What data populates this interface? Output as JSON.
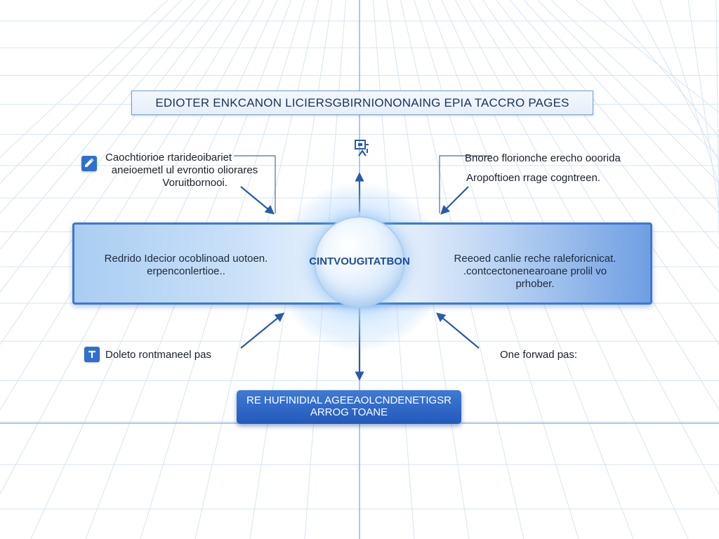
{
  "title": "EDIOTER ENKCANON LICIERSGBIRNIONONAING EPIA TACCRO PAGES",
  "center_label": "CINTVOUGITATBON",
  "band_left_lines": [
    "Redrido Idecior ocoblinoad uotoen.",
    "erpenconlertioe.."
  ],
  "band_right_lines": [
    "Reeoed canlie reche raleforicnicat.",
    ".contcectonenearoane prolil vo",
    "prhober."
  ],
  "note_top_left_lines": [
    "Caochtiorioe rtarideoibariet",
    "aneioemetl ul evrontio oliorares",
    "Voruitbornooi."
  ],
  "note_top_right_lines": [
    "Bnoreo florionche erecho ooorida",
    "Aropoftioen rrage cogntreen."
  ],
  "note_bottom_left": "Doleto rontmaneel pas",
  "note_bottom_right": "One forwad pas:",
  "output_lines": [
    "RE HUFINIDIAL AGEEAOLCNDENETIGSR",
    "ARROG TOANE"
  ],
  "icons": {
    "top_left": "pen-icon",
    "bottom_left": "text-icon",
    "top": "network-icon"
  },
  "colors": {
    "accent": "#2f6fd0",
    "band_border": "#3d78cf",
    "grid": "#c9dcf2",
    "axis": "#6fa3e0"
  }
}
